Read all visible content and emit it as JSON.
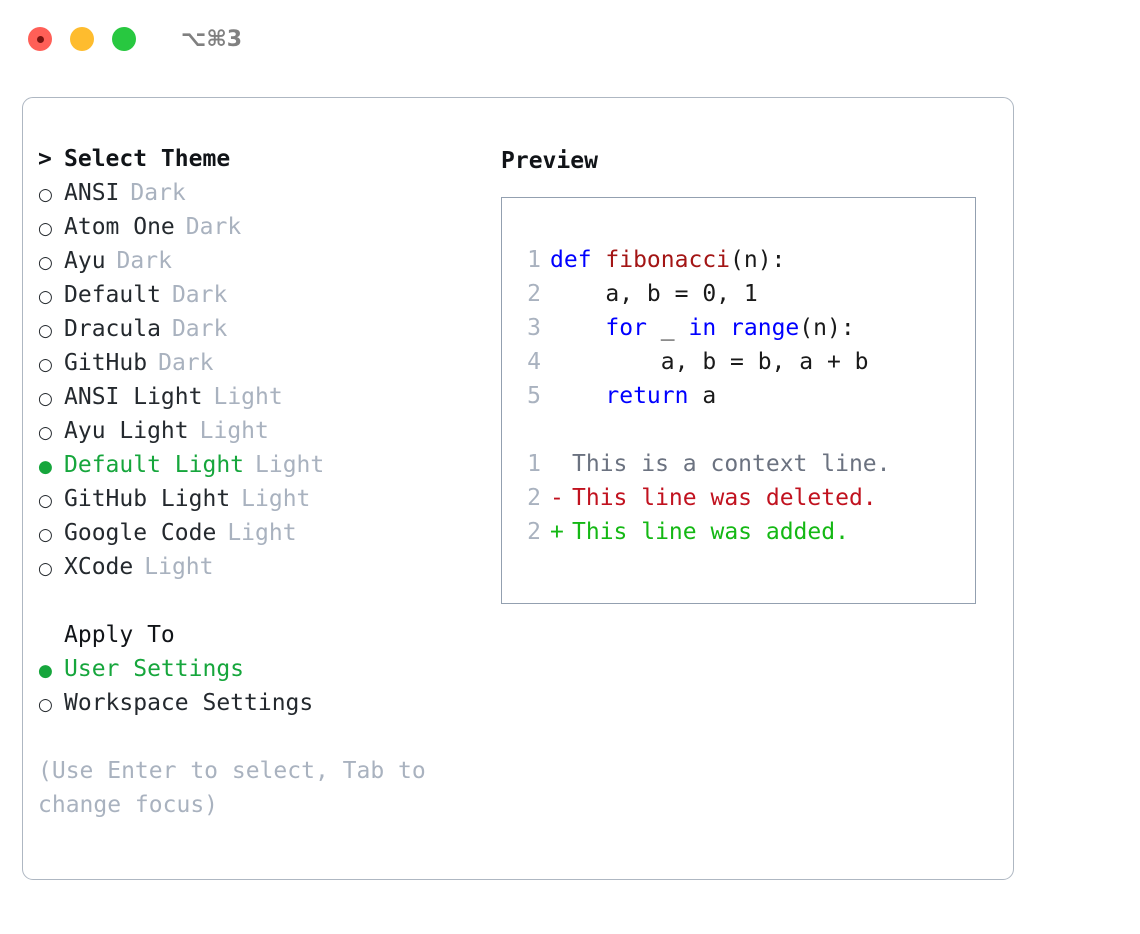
{
  "titlebar": {
    "shortcut": "⌥⌘3",
    "buttons": [
      {
        "name": "close",
        "color": "#ff5f57"
      },
      {
        "name": "minimize",
        "color": "#febc2e"
      },
      {
        "name": "maximize",
        "color": "#28c840"
      }
    ]
  },
  "theme_picker": {
    "header_caret": ">",
    "header": "Select Theme",
    "selected_bullet": "●",
    "unselected_bullet": "○",
    "selected_color": "#16a63c",
    "badge_color": "#a9b2bf",
    "items": [
      {
        "bullet": "○",
        "label": "ANSI",
        "badge": "Dark",
        "selected": false
      },
      {
        "bullet": "○",
        "label": "Atom One",
        "badge": "Dark",
        "selected": false
      },
      {
        "bullet": "○",
        "label": "Ayu",
        "badge": "Dark",
        "selected": false
      },
      {
        "bullet": "○",
        "label": "Default",
        "badge": "Dark",
        "selected": false
      },
      {
        "bullet": "○",
        "label": "Dracula",
        "badge": "Dark",
        "selected": false
      },
      {
        "bullet": "○",
        "label": "GitHub",
        "badge": "Dark",
        "selected": false
      },
      {
        "bullet": "○",
        "label": "ANSI Light",
        "badge": "Light",
        "selected": false
      },
      {
        "bullet": "○",
        "label": "Ayu Light",
        "badge": "Light",
        "selected": false
      },
      {
        "bullet": "●",
        "label": "Default Light",
        "badge": "Light",
        "selected": true
      },
      {
        "bullet": "○",
        "label": "GitHub Light",
        "badge": "Light",
        "selected": false
      },
      {
        "bullet": "○",
        "label": "Google Code",
        "badge": "Light",
        "selected": false
      },
      {
        "bullet": "○",
        "label": "XCode",
        "badge": "Light",
        "selected": false
      }
    ]
  },
  "apply_to": {
    "header": "Apply To",
    "items": [
      {
        "bullet": "●",
        "label": "User Settings",
        "selected": true
      },
      {
        "bullet": "○",
        "label": "Workspace Settings",
        "selected": false
      }
    ]
  },
  "hint": "(Use Enter to select, Tab to change focus)",
  "preview": {
    "title": "Preview",
    "code_lines": [
      {
        "num": "1",
        "tokens": [
          {
            "t": "def ",
            "c": "kw"
          },
          {
            "t": "fibonacci",
            "c": "fn"
          },
          {
            "t": "(n):",
            "c": "ctext"
          }
        ]
      },
      {
        "num": "2",
        "tokens": [
          {
            "t": "    a, b = 0, 1",
            "c": "ctext"
          }
        ]
      },
      {
        "num": "3",
        "tokens": [
          {
            "t": "    ",
            "c": "ctext"
          },
          {
            "t": "for",
            "c": "kw"
          },
          {
            "t": " _ ",
            "c": "ctext"
          },
          {
            "t": "in",
            "c": "kw"
          },
          {
            "t": " ",
            "c": "ctext"
          },
          {
            "t": "range",
            "c": "bi"
          },
          {
            "t": "(n):",
            "c": "ctext"
          }
        ]
      },
      {
        "num": "4",
        "tokens": [
          {
            "t": "        a, b = b, a + b",
            "c": "ctext"
          }
        ]
      },
      {
        "num": "5",
        "tokens": [
          {
            "t": "    ",
            "c": "ctext"
          },
          {
            "t": "return",
            "c": "kw"
          },
          {
            "t": " a",
            "c": "ctext"
          }
        ]
      }
    ],
    "diff_lines": [
      {
        "num": "1",
        "marker": " ",
        "text": "This is a context line.",
        "kind": "ctx"
      },
      {
        "num": "2",
        "marker": "-",
        "text": "This line was deleted.",
        "kind": "del"
      },
      {
        "num": "2",
        "marker": "+",
        "text": "This line was added.",
        "kind": "add"
      }
    ],
    "syntax_colors": {
      "keyword": "#0000ff",
      "function": "#a31515",
      "builtin": "#0000ff",
      "text": "#1a1a1a",
      "linenum": "#a9b2bf",
      "diff_context": "#6b7280",
      "diff_deleted": "#c1121f",
      "diff_added": "#14b814"
    }
  }
}
